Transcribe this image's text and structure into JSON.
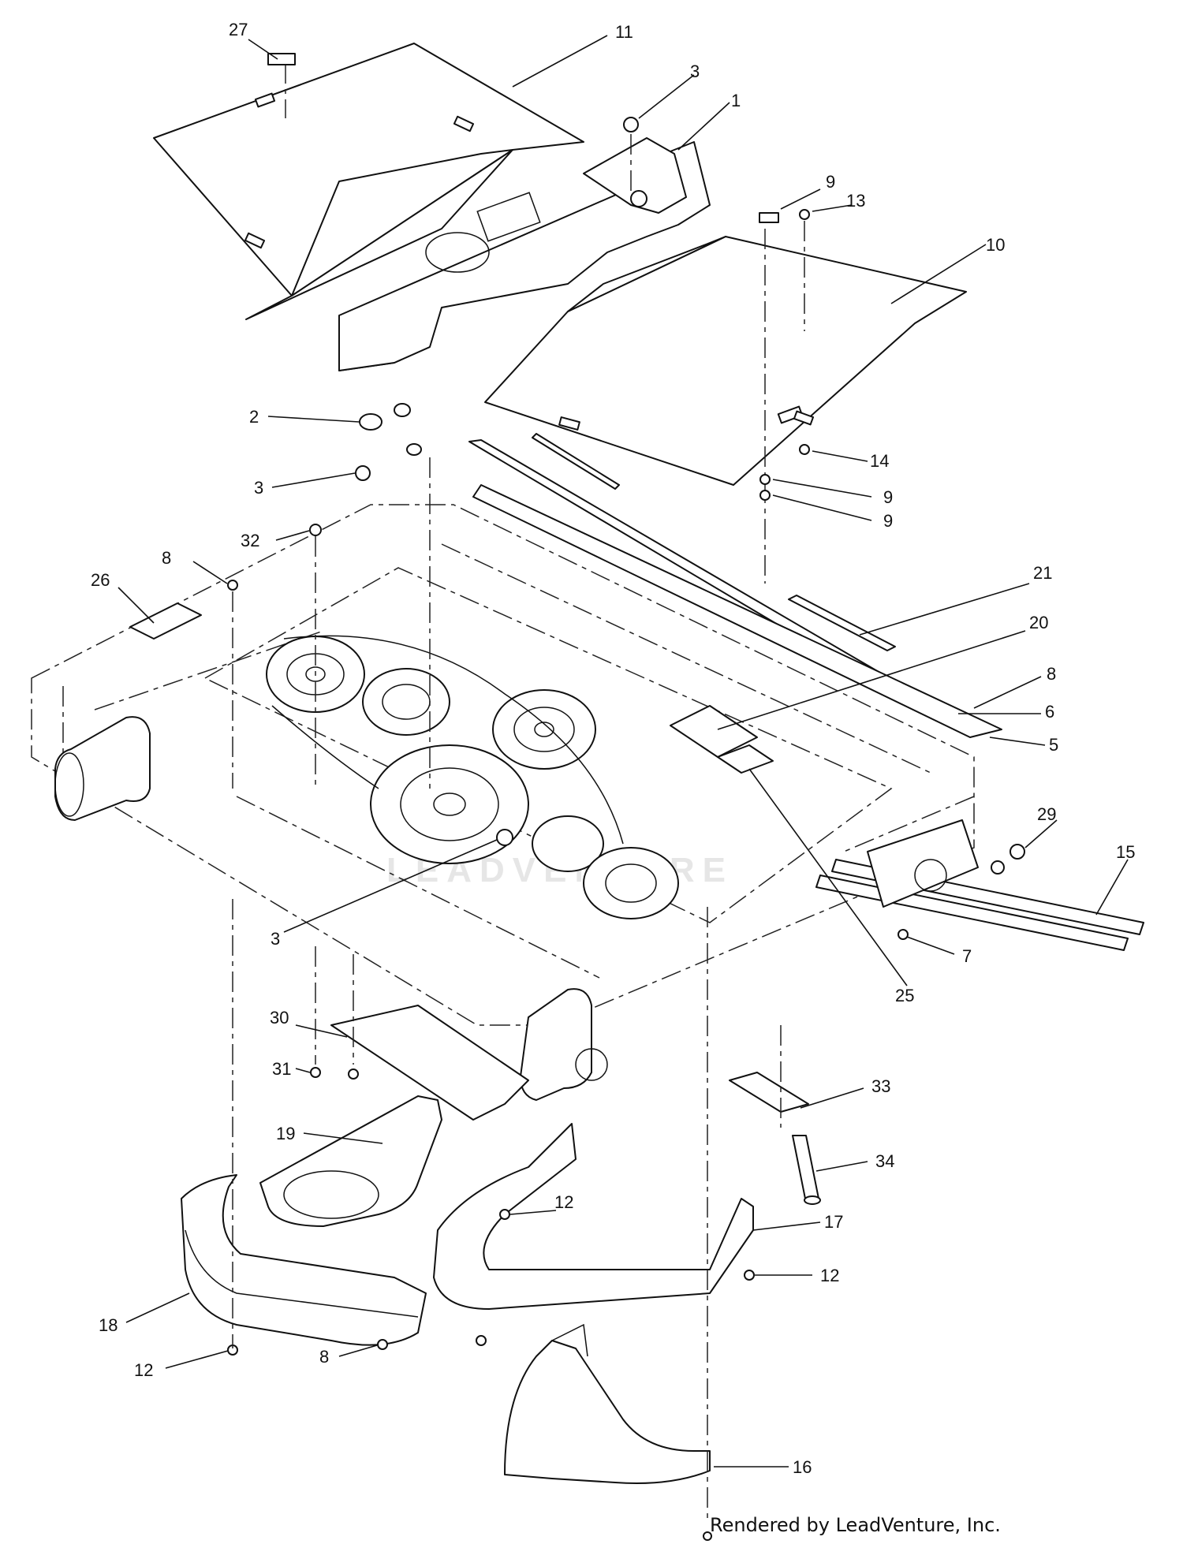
{
  "watermark": "LEADVENTURE",
  "credit": "Rendered by LeadVenture, Inc.",
  "callouts": [
    {
      "id": "c-27",
      "label": "27"
    },
    {
      "id": "c-11",
      "label": "11"
    },
    {
      "id": "c-3a",
      "label": "3"
    },
    {
      "id": "c-1",
      "label": "1"
    },
    {
      "id": "c-9a",
      "label": "9"
    },
    {
      "id": "c-13",
      "label": "13"
    },
    {
      "id": "c-10",
      "label": "10"
    },
    {
      "id": "c-2",
      "label": "2"
    },
    {
      "id": "c-14",
      "label": "14"
    },
    {
      "id": "c-3b",
      "label": "3"
    },
    {
      "id": "c-9b",
      "label": "9"
    },
    {
      "id": "c-9c",
      "label": "9"
    },
    {
      "id": "c-32",
      "label": "32"
    },
    {
      "id": "c-8a",
      "label": "8"
    },
    {
      "id": "c-26",
      "label": "26"
    },
    {
      "id": "c-21",
      "label": "21"
    },
    {
      "id": "c-20",
      "label": "20"
    },
    {
      "id": "c-8b",
      "label": "8"
    },
    {
      "id": "c-6",
      "label": "6"
    },
    {
      "id": "c-5",
      "label": "5"
    },
    {
      "id": "c-29",
      "label": "29"
    },
    {
      "id": "c-15",
      "label": "15"
    },
    {
      "id": "c-3c",
      "label": "3"
    },
    {
      "id": "c-7",
      "label": "7"
    },
    {
      "id": "c-25",
      "label": "25"
    },
    {
      "id": "c-30",
      "label": "30"
    },
    {
      "id": "c-31",
      "label": "31"
    },
    {
      "id": "c-33",
      "label": "33"
    },
    {
      "id": "c-19",
      "label": "19"
    },
    {
      "id": "c-34",
      "label": "34"
    },
    {
      "id": "c-12a",
      "label": "12"
    },
    {
      "id": "c-17",
      "label": "17"
    },
    {
      "id": "c-12b",
      "label": "12"
    },
    {
      "id": "c-18",
      "label": "18"
    },
    {
      "id": "c-12c",
      "label": "12"
    },
    {
      "id": "c-8c",
      "label": "8"
    },
    {
      "id": "c-16",
      "label": "16"
    }
  ]
}
